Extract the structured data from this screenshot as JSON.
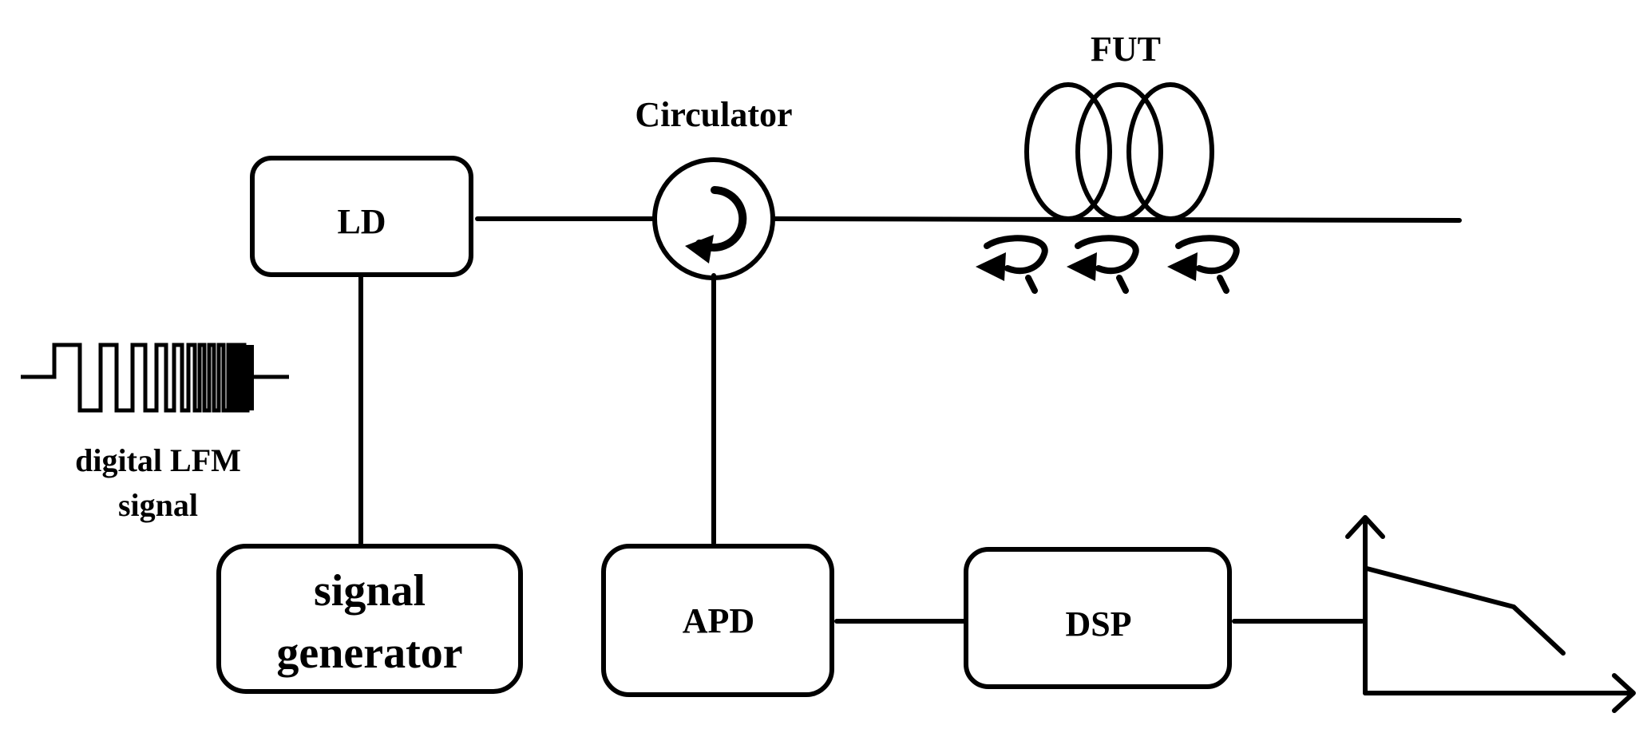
{
  "labels": {
    "ld": "LD",
    "circulator": "Circulator",
    "fut": "FUT",
    "apd": "APD",
    "dsp": "DSP",
    "signal_generator": [
      "signal",
      "generator"
    ],
    "digital_lfm_signal": [
      "digital LFM",
      "signal"
    ]
  },
  "colors": {
    "stroke": "#000000",
    "background": "#ffffff"
  }
}
